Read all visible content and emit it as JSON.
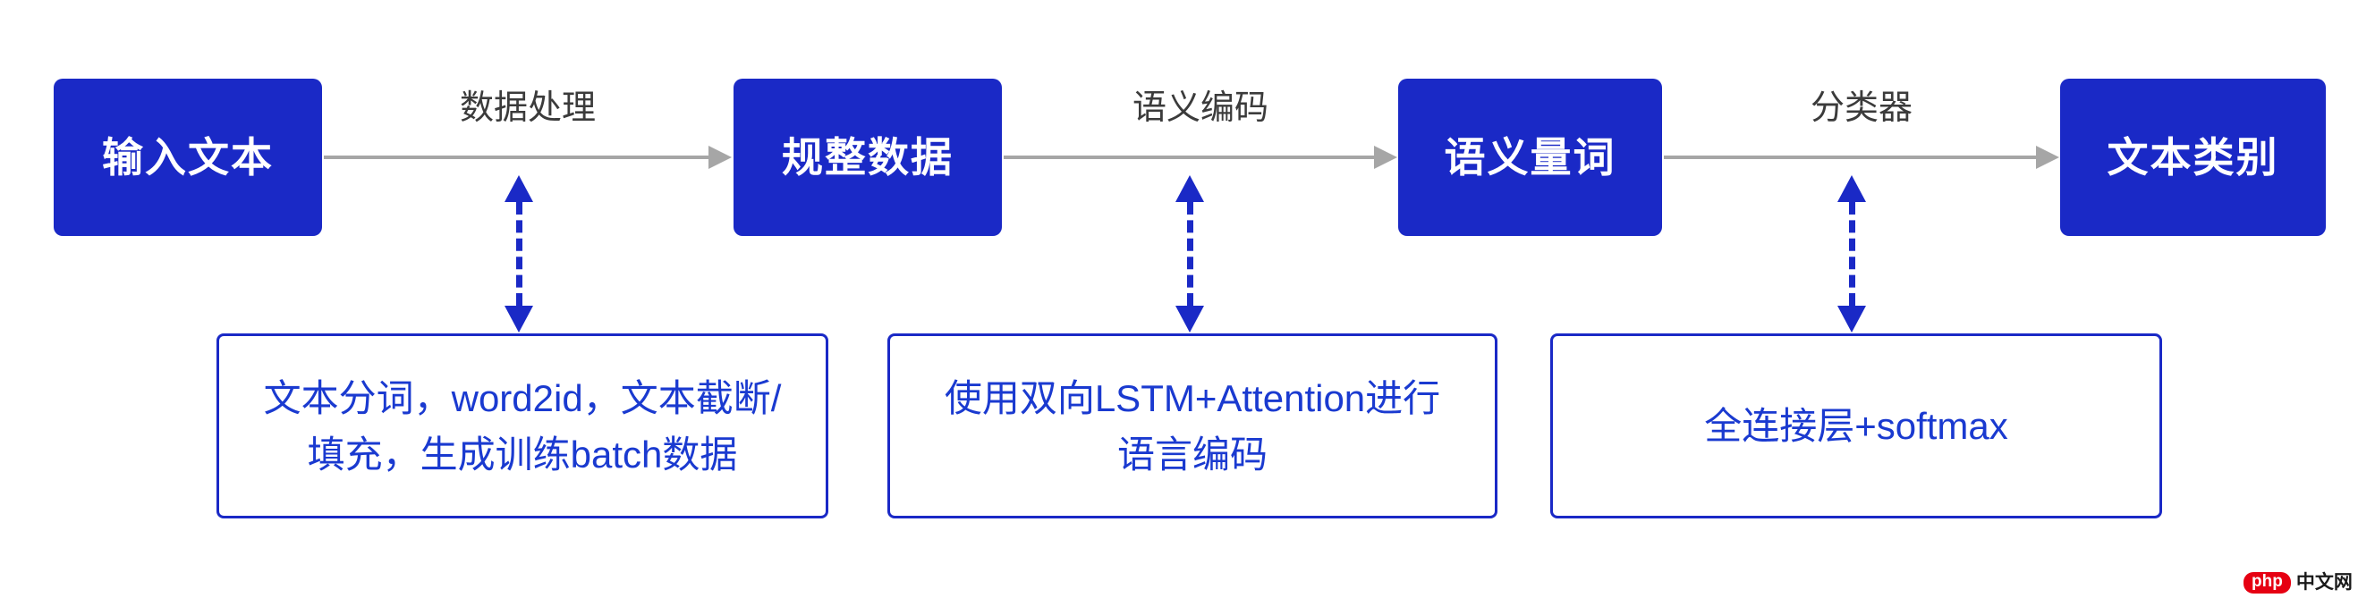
{
  "diagram": {
    "title": "文本分类流程图",
    "colors": {
      "box_fill": "#1a29c6",
      "box_text": "#ffffff",
      "arrow_gray": "#a6a6a6",
      "arrow_label": "#3b3b3b",
      "desc_border": "#1a29c6",
      "desc_text": "#1a3ad0",
      "background": "#ffffff"
    },
    "stages": [
      {
        "id": "input-text",
        "label": "输入文本"
      },
      {
        "id": "normalized-data",
        "label": "规整数据"
      },
      {
        "id": "semantic-vector",
        "label": "语义量词"
      },
      {
        "id": "text-category",
        "label": "文本类别"
      }
    ],
    "transitions": [
      {
        "id": "data-processing",
        "label": "数据处理"
      },
      {
        "id": "semantic-encoding",
        "label": "语义编码"
      },
      {
        "id": "classifier",
        "label": "分类器"
      }
    ],
    "details": [
      {
        "id": "preprocess-detail",
        "text": "文本分词，word2id，文本截断/\n填充，生成训练batch数据"
      },
      {
        "id": "encoder-detail",
        "text": "使用双向LSTM+Attention进行\n语言编码"
      },
      {
        "id": "classifier-detail",
        "text": "全连接层+softmax"
      }
    ]
  },
  "watermark": {
    "badge": "php",
    "site": "中文网"
  }
}
